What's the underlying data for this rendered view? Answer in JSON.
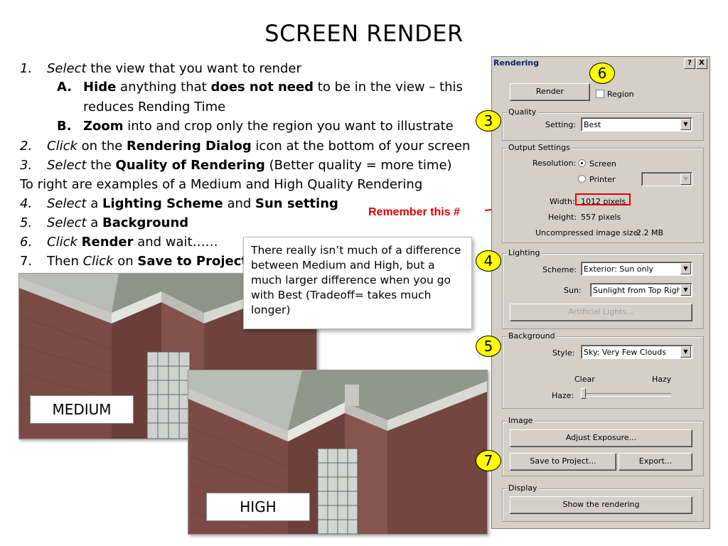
{
  "title": "SCREEN RENDER",
  "steps": [
    {
      "num": "1.",
      "parts": [
        {
          "t": "Select",
          "s": "i"
        },
        {
          "t": " the view that you want to render",
          "s": ""
        }
      ]
    },
    {
      "num": "A.",
      "parts": [
        {
          "t": "Hide",
          "s": "b"
        },
        {
          "t": " anything that ",
          "s": ""
        },
        {
          "t": "does not need",
          "s": "b"
        },
        {
          "t": " to be in the view – this",
          "s": ""
        }
      ]
    },
    {
      "num": "",
      "parts": [
        {
          "t": "reduces Rending Time",
          "s": ""
        }
      ]
    },
    {
      "num": "B.",
      "parts": [
        {
          "t": "Zoom",
          "s": "b"
        },
        {
          "t": " into and crop only the region you want to illustrate",
          "s": ""
        }
      ]
    },
    {
      "num": "2.",
      "parts": [
        {
          "t": "Click",
          "s": "i"
        },
        {
          "t": " on the ",
          "s": ""
        },
        {
          "t": "Rendering Dialog",
          "s": "b"
        },
        {
          "t": " icon at the bottom of your screen",
          "s": ""
        }
      ]
    },
    {
      "num": "3.",
      "parts": [
        {
          "t": "Select",
          "s": "i"
        },
        {
          "t": " the ",
          "s": ""
        },
        {
          "t": "Quality of Rendering",
          "s": "b"
        },
        {
          "t": " (Better quality = more time)",
          "s": ""
        }
      ]
    },
    {
      "num": "",
      "parts": [
        {
          "t": "To right are examples of a Medium and High Quality Rendering",
          "s": ""
        }
      ]
    },
    {
      "num": "4.",
      "parts": [
        {
          "t": "Select",
          "s": "i"
        },
        {
          "t": " a ",
          "s": ""
        },
        {
          "t": "Lighting Scheme",
          "s": "b"
        },
        {
          "t": " and ",
          "s": ""
        },
        {
          "t": "Sun setting",
          "s": "b"
        }
      ]
    },
    {
      "num": "5.",
      "parts": [
        {
          "t": "Select",
          "s": "i"
        },
        {
          "t": " a ",
          "s": ""
        },
        {
          "t": "Background",
          "s": "b"
        }
      ]
    },
    {
      "num": "6.",
      "parts": [
        {
          "t": "Click",
          "s": "i"
        },
        {
          "t": " ",
          "s": ""
        },
        {
          "t": "Render",
          "s": "b"
        },
        {
          "t": " and wait……",
          "s": ""
        }
      ]
    },
    {
      "num": "7.",
      "parts": [
        {
          "t": "Then ",
          "s": ""
        },
        {
          "t": "Click",
          "s": "i"
        },
        {
          "t": " on ",
          "s": ""
        },
        {
          "t": "Save to Project",
          "s": "b"
        }
      ]
    }
  ],
  "callout": "There really isn’t much of a difference between Medium and High, but a much larger difference when you go with Best (Tradeoff= takes much longer)",
  "remember": "Remember this #",
  "images": {
    "medium_label": "MEDIUM",
    "high_label": "HIGH"
  },
  "badges": [
    "6",
    "3",
    "4",
    "5",
    "7"
  ],
  "dialog": {
    "title": "Rendering",
    "help": "?",
    "close": "X",
    "render_button": "Render",
    "region_label": "Region",
    "quality": {
      "group": "Quality",
      "setting_label": "Setting:",
      "setting_value": "Best"
    },
    "output": {
      "group": "Output Settings",
      "resolution_label": "Resolution:",
      "screen": "Screen",
      "printer": "Printer",
      "width_label": "Width:",
      "width_value": "1012 pixels",
      "height_label": "Height:",
      "height_value": "557 pixels",
      "size_label": "Uncompressed image size:",
      "size_value": "2.2 MB"
    },
    "lighting": {
      "group": "Lighting",
      "scheme_label": "Scheme:",
      "scheme_value": "Exterior: Sun only",
      "sun_label": "Sun:",
      "sun_value": "Sunlight from Top Right",
      "artificial": "Artificial Lights..."
    },
    "background": {
      "group": "Background",
      "style_label": "Style:",
      "style_value": "Sky: Very Few Clouds",
      "clear": "Clear",
      "hazy": "Hazy",
      "haze_label": "Haze:",
      "haze_level": 0.0
    },
    "image": {
      "group": "Image",
      "adjust": "Adjust Exposure...",
      "save": "Save to Project...",
      "export": "Export..."
    },
    "display": {
      "group": "Display",
      "show": "Show the rendering"
    }
  },
  "colors": {
    "accent_red": "#e00000",
    "badge_yellow": "#ffff00",
    "dialog_bg": "#d4d0c8"
  }
}
